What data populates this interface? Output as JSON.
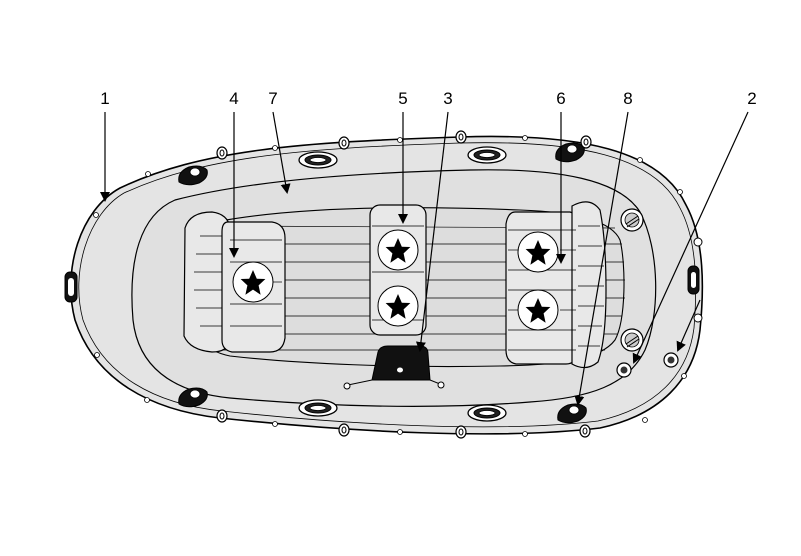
{
  "diagram": {
    "callouts": [
      "1",
      "2",
      "3",
      "4",
      "5",
      "6",
      "7",
      "8"
    ]
  },
  "colors": {
    "hull_fill": "#e4e4e4",
    "floor_fill": "#dddddd",
    "seat_fill": "#e8e8e8",
    "ink": "#000000",
    "background": "#ffffff"
  },
  "icons": {
    "seat_marker": "star-icon",
    "valve": "valve-icon",
    "oarlock": "oarlock-icon",
    "handle": "grab-handle-icon",
    "rope_ring": "rope-ring-icon"
  }
}
